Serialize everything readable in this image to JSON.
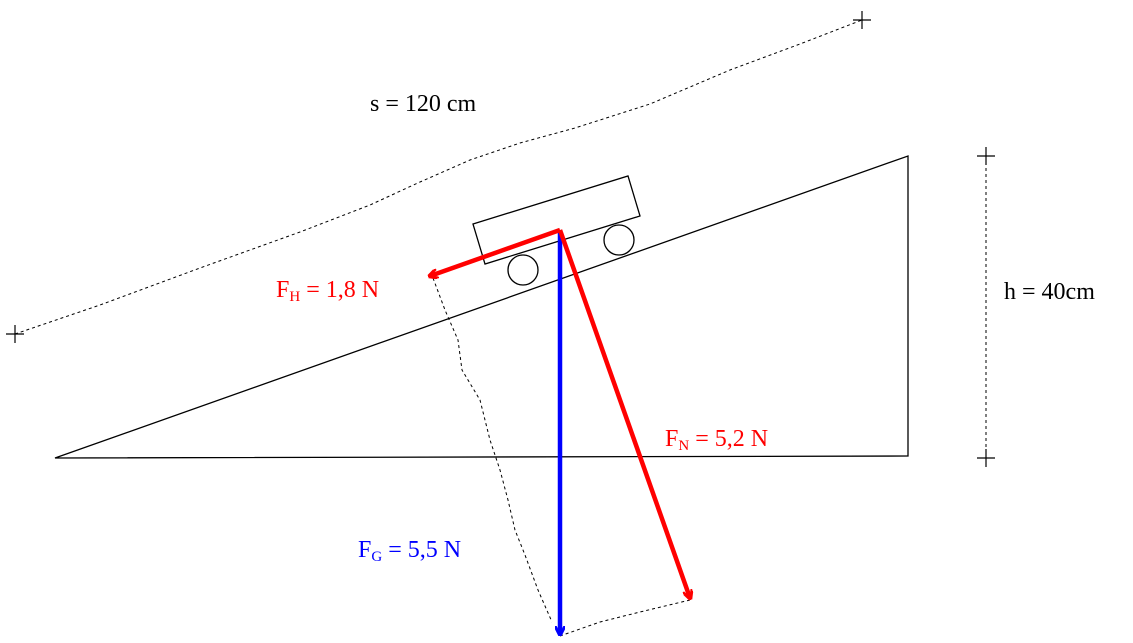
{
  "labels": {
    "distance": "s = 120 cm",
    "height": "h = 40cm"
  },
  "forces": {
    "downhill": {
      "symbol": "F",
      "subscript": "H",
      "value": " = 1,8 N"
    },
    "normal": {
      "symbol": "F",
      "subscript": "N",
      "value": " = 5,2 N"
    },
    "gravity": {
      "symbol": "F",
      "subscript": "G",
      "value": " = 5,5 N"
    }
  },
  "colors": {
    "downhill": "#ff0000",
    "normal": "#ff0000",
    "gravity": "#0000ff",
    "lines": "#000000"
  }
}
